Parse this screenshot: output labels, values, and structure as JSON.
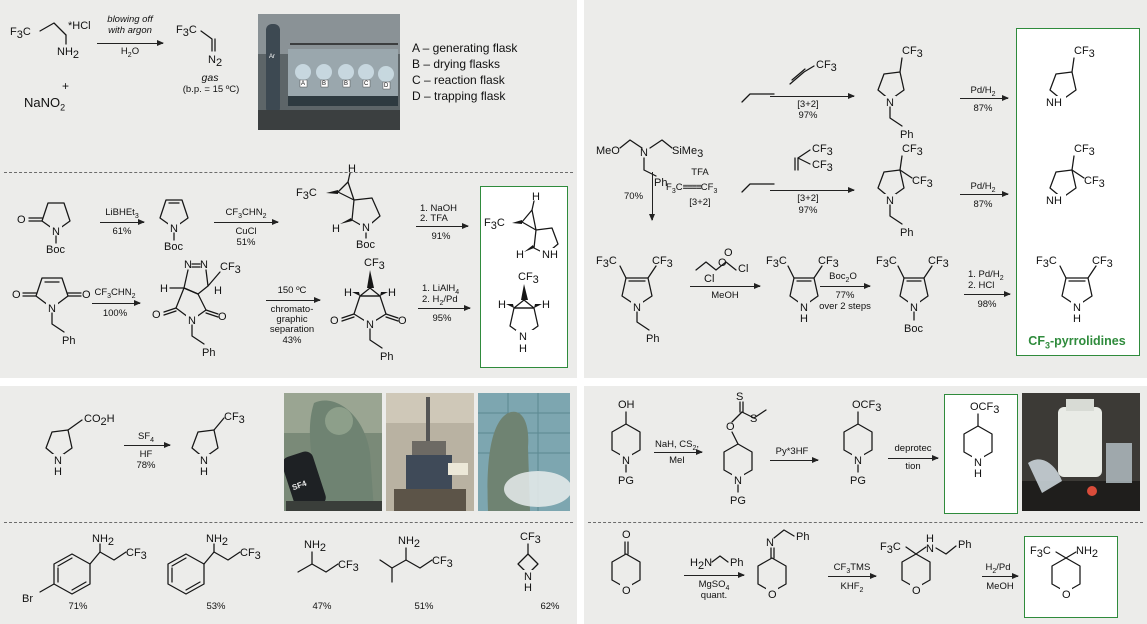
{
  "colors": {
    "panel_bg": "#ececea",
    "box_border": "#2f8b3c",
    "accent_text": "#2f8b3c"
  },
  "p1": {
    "r1": {
      "f3c": "F",
      "nh2": "NH",
      "hcl": "*HCl",
      "plus": "+",
      "nano2": "NaNO",
      "cond1": "blowing off",
      "cond2": "with argon",
      "h2o": "H",
      "n2": "N",
      "gas": "gas",
      "bp": "(b.p. = 15 ºC)"
    },
    "flask_letters": [
      "A",
      "B",
      "B",
      "C",
      "D"
    ],
    "photo_label": "Ar",
    "legend": [
      "A – generating flask",
      "B – drying flasks",
      "C – reaction flask",
      "D – trapping flask"
    ],
    "r2": {
      "o": "O",
      "n": "N",
      "boc": "Boc",
      "reag1": "LiBHEt",
      "y1": "61%",
      "reag2a": "CF",
      "reag2b": "CuCl",
      "y2": "51%",
      "reag3a": "1. NaOH",
      "reag3b": "2. TFA",
      "y3": "91%",
      "f3c": "F",
      "h": "H",
      "nh": "N",
      "nhH": "H"
    },
    "r3": {
      "o": "O",
      "n": "N",
      "ph": "Ph",
      "reag1": "CF",
      "y1": "100%",
      "cf3": "CF",
      "h": "H",
      "nn": "N",
      "reag2a": "150 ºC",
      "reag2b": "chromato-",
      "reag2c": "graphic",
      "reag2d": "separation",
      "y2": "43%",
      "reag3a": "1. LiAlH",
      "reag3b": "2. H",
      "y3": "95%",
      "nh": "N",
      "nhH": "H"
    }
  },
  "p2": {
    "sm": {
      "meo": "MeO",
      "n": "N",
      "sime3": "SiMe",
      "ph": "Ph"
    },
    "a": {
      "reag": "[3+2]",
      "y": "97%",
      "cf3": "CF",
      "ph": "Ph",
      "n": "N",
      "reag2": "Pd/H",
      "y2": "87%",
      "nh": "N",
      "nhH": "H"
    },
    "b": {
      "reag": "[3+2]",
      "y": "97%",
      "cf3": "CF",
      "ph": "Ph",
      "n": "N",
      "reag2": "Pd/H",
      "y2": "87%",
      "nh": "N",
      "nhH": "H"
    },
    "c": {
      "y": "70%",
      "tfa": "TFA",
      "f3c": "F",
      "cf3": "CF",
      "cyclo": "[3+2]",
      "ph": "Ph",
      "n": "N",
      "chloro": {
        "cl1": "Cl",
        "o1": "O",
        "o2": "O",
        "cl2": "Cl"
      },
      "meoh": "MeOH",
      "nh": "N",
      "nhH": "H",
      "boc2o": "Boc",
      "y2": "77%",
      "y2b": "over 2 steps",
      "boc": "Boc",
      "reag3a": "1. Pd/H",
      "reag3b": "2. HCl",
      "y3": "98%",
      "f3cA": "F",
      "f3cB": "CF"
    },
    "title": "CF"
  },
  "p3": {
    "acid": {
      "co2h": "CO",
      "nh": "N",
      "nhH": "H"
    },
    "reag": "SF",
    "hf": "HF",
    "y": "78%",
    "prod": {
      "cf3": "CF",
      "nh": "N",
      "nhH": "H"
    },
    "photo_text": "SF4",
    "row2": [
      {
        "br": "Br",
        "nh2": "NH",
        "cf3": "CF",
        "y": "71%"
      },
      {
        "nh2": "NH",
        "cf3": "CF",
        "y": "53%"
      },
      {
        "nh2": "NH",
        "cf3": "CF",
        "y": "47%"
      },
      {
        "nh2": "NH",
        "cf3": "CF",
        "y": "51%"
      },
      {
        "cf3": "CF",
        "nh": "N",
        "nhH": "H",
        "y": "62%"
      }
    ]
  },
  "p4": {
    "r1": {
      "oh": "OH",
      "n": "N",
      "pg": "PG",
      "reag1a": "NaH, CS",
      "reag1b": "MeI",
      "s1": "S",
      "s2": "S",
      "o": "O",
      "reag2": "Py*3HF",
      "ocf3": "OCF",
      "reag3a": "deprotec",
      "reag3b": "tion",
      "nh": "N",
      "nhH": "H"
    },
    "r2": {
      "o": "O",
      "reag1a": "H",
      "reag1b": "MgSO",
      "reag1c": "quant.",
      "ph": "Ph",
      "n": "N",
      "nh2n": "N",
      "reag2a": "CF",
      "reag2b": "KHF",
      "f3c": "F",
      "h": "H",
      "reag3a": "H",
      "reag3b": "MeOH",
      "nh2": "NH"
    }
  }
}
